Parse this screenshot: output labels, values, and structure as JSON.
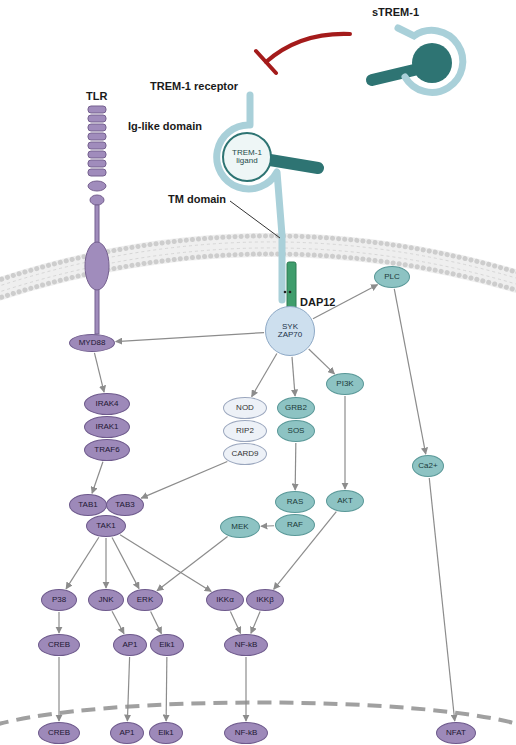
{
  "diagram": {
    "nodes": [
      {
        "text": [
          "TREM-1 ligand"
        ]
      },
      {
        "text": [
          "PLC"
        ]
      },
      {
        "text": [
          "SYK ZAP70"
        ]
      },
      {
        "text": [
          "MYD88"
        ]
      },
      {
        "text": [
          "NOD"
        ]
      },
      {
        "text": [
          "RIP2"
        ]
      },
      {
        "text": [
          "CARD9"
        ]
      },
      {
        "text": [
          "GRB2"
        ]
      },
      {
        "text": [
          "SOS"
        ]
      },
      {
        "text": [
          "PI3K"
        ]
      },
      {
        "text": [
          "Ca2+"
        ]
      },
      {
        "text": [
          "IRAK4"
        ]
      },
      {
        "text": [
          "IRAK1"
        ]
      },
      {
        "text": [
          "TRAF6"
        ]
      },
      {
        "text": [
          "RAS"
        ]
      },
      {
        "text": [
          "RAF"
        ]
      },
      {
        "text": [
          "AKT"
        ]
      },
      {
        "text": [
          "TAB1"
        ]
      },
      {
        "text": [
          "TAB3"
        ]
      },
      {
        "text": [
          "TAK1"
        ]
      },
      {
        "text": [
          "MEK"
        ]
      },
      {
        "text": [
          "P38"
        ]
      },
      {
        "text": [
          "JNK"
        ]
      },
      {
        "text": [
          "ERK"
        ]
      },
      {
        "text": [
          "IKKα"
        ]
      },
      {
        "text": [
          "IKKβ"
        ]
      },
      {
        "text": [
          "CREB"
        ]
      },
      {
        "text": [
          "AP1"
        ]
      },
      {
        "text": [
          "Elk1"
        ]
      },
      {
        "text": [
          "NF-kB"
        ]
      },
      {
        "text": [
          "CREB"
        ]
      },
      {
        "text": [
          "AP1"
        ]
      },
      {
        "text": [
          "Elk1"
        ]
      },
      {
        "text": [
          "NF-kB"
        ]
      },
      {
        "text": [
          "NFAT"
        ]
      }
    ],
    "edges": [
      {
        "from": 2,
        "to": 3,
        "arrow": "to"
      },
      {
        "from": 2,
        "to": 1,
        "arrow": "to"
      },
      {
        "from": 2,
        "to": 4,
        "arrow": "to"
      },
      {
        "from": 2,
        "to": 7,
        "arrow": "to"
      },
      {
        "from": 2,
        "to": 9,
        "arrow": "to"
      },
      {
        "from": 3,
        "to": 11,
        "arrow": "to"
      },
      {
        "from": 13,
        "to": 17,
        "arrow": "to"
      },
      {
        "from": 6,
        "to": 18,
        "arrow": "to"
      },
      {
        "from": 8,
        "to": 14,
        "arrow": "to"
      },
      {
        "from": 15,
        "to": 20,
        "arrow": "to"
      },
      {
        "from": 9,
        "to": 16,
        "arrow": "to"
      },
      {
        "from": 20,
        "to": 23,
        "arrow": "to"
      },
      {
        "from": 19,
        "to": 21,
        "arrow": "to"
      },
      {
        "from": 19,
        "to": 22,
        "arrow": "to"
      },
      {
        "from": 19,
        "to": 23,
        "arrow": "to"
      },
      {
        "from": 19,
        "to": 24,
        "arrow": "to"
      },
      {
        "from": 16,
        "to": 25,
        "arrow": "to"
      },
      {
        "from": 21,
        "to": 26,
        "arrow": "to"
      },
      {
        "from": 22,
        "to": 27,
        "arrow": "to"
      },
      {
        "from": 23,
        "to": 28,
        "arrow": "to"
      },
      {
        "from": 24,
        "to": 29,
        "arrow": "to"
      },
      {
        "from": 25,
        "to": 29,
        "arrow": "to"
      },
      {
        "from": 26,
        "to": 30,
        "arrow": "to"
      },
      {
        "from": 27,
        "to": 31,
        "arrow": "to"
      },
      {
        "from": 28,
        "to": 32,
        "arrow": "to"
      },
      {
        "from": 29,
        "to": 33,
        "arrow": "to"
      },
      {
        "from": 1,
        "to": 10,
        "arrow": "to"
      },
      {
        "from": 10,
        "to": 34,
        "arrow": "to"
      }
    ],
    "labels": [
      "sTREM-1",
      "TREM-1 receptor",
      "TLR",
      "Ig-like domain",
      "TM domain",
      "DAP12"
    ]
  }
}
